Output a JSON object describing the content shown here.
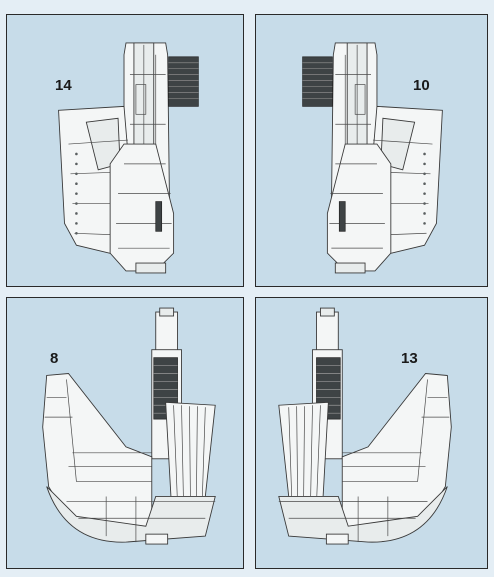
{
  "panels": [
    {
      "step": "14"
    },
    {
      "step": "10"
    },
    {
      "step": "8"
    },
    {
      "step": "13"
    }
  ],
  "colors": {
    "panel_bg": "#c7dce9",
    "page_bg": "#e4eef5",
    "part_fill": "#f4f6f6",
    "outline": "#3a3a3a",
    "grille": "#3e4345"
  }
}
